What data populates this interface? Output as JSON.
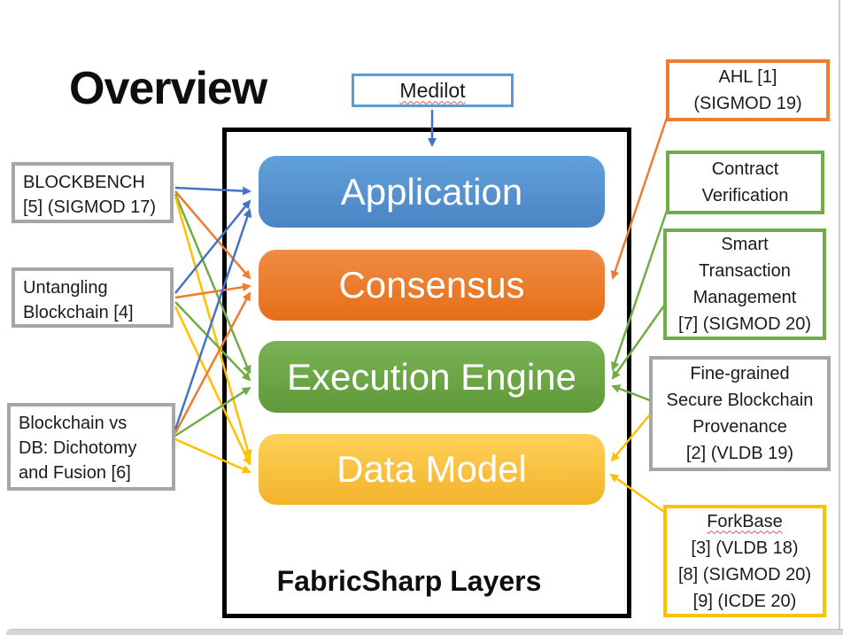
{
  "palette": {
    "blue": "#4472C4",
    "orange": "#ED7D31",
    "green": "#70AD47",
    "yellow": "#FFC000",
    "layer_blue": "#5B9BD5",
    "gray_border": "#A6A6A6",
    "frame_black": "#000000"
  },
  "slide": {
    "title": "Overview",
    "medilot_label": "Medilot",
    "frame_caption": "FabricSharp Layers",
    "layers": [
      {
        "label": "Application",
        "color": "#5B9BD5"
      },
      {
        "label": "Consensus",
        "color": "#ED7D31"
      },
      {
        "label": "Execution Engine",
        "color": "#70AD47"
      },
      {
        "label": "Data Model",
        "color": "#FFC000"
      }
    ],
    "left_boxes": [
      {
        "text": "BLOCKBENCH\n[5] (SIGMOD 17)",
        "border": "#A6A6A6"
      },
      {
        "text": "Untangling\nBlockchain [4]",
        "border": "#A6A6A6"
      },
      {
        "text": "Blockchain vs\nDB: Dichotomy\nand Fusion [6]",
        "border": "#A6A6A6"
      }
    ],
    "right_boxes": [
      {
        "text": "AHL [1]\n(SIGMOD 19)",
        "border": "#ED7D31"
      },
      {
        "text": "Contract\nVerification",
        "border": "#70AD47"
      },
      {
        "text": "Smart\nTransaction\nManagement\n[7] (SIGMOD 20)",
        "border": "#70AD47"
      },
      {
        "text": "Fine-grained\nSecure Blockchain\nProvenance\n[2] (VLDB 19)",
        "border": "#A6A6A6"
      },
      {
        "title": "ForkBase",
        "text": "[3] (VLDB 18)\n[8] (SIGMOD 20)\n[9] (ICDE 20)",
        "border": "#FFC000"
      }
    ]
  }
}
